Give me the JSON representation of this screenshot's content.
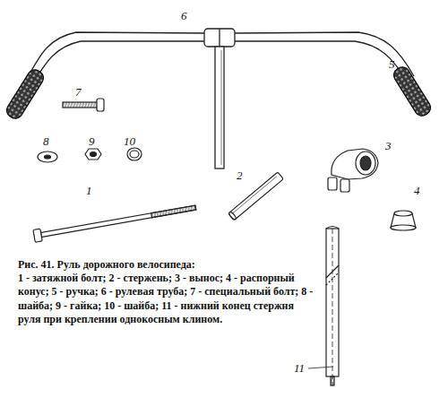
{
  "diagram": {
    "caption": "Рис. 41. Руль дорожного велосипеда:",
    "labels": [
      "6",
      "5",
      "7",
      "8",
      "9",
      "10",
      "3",
      "2",
      "4",
      "1",
      "11",
      "1 - затяжной болт; 2 - стержень; 3 - вынос; 4 - распорный конус; 5 - ручка; 6 - рулевая труба; 7 - специальный болт; 8 - шайба; 9 - гайка; 10 - шайба; 11 - нижний конец стержня руля при креплении однокосным клином."
    ]
  }
}
